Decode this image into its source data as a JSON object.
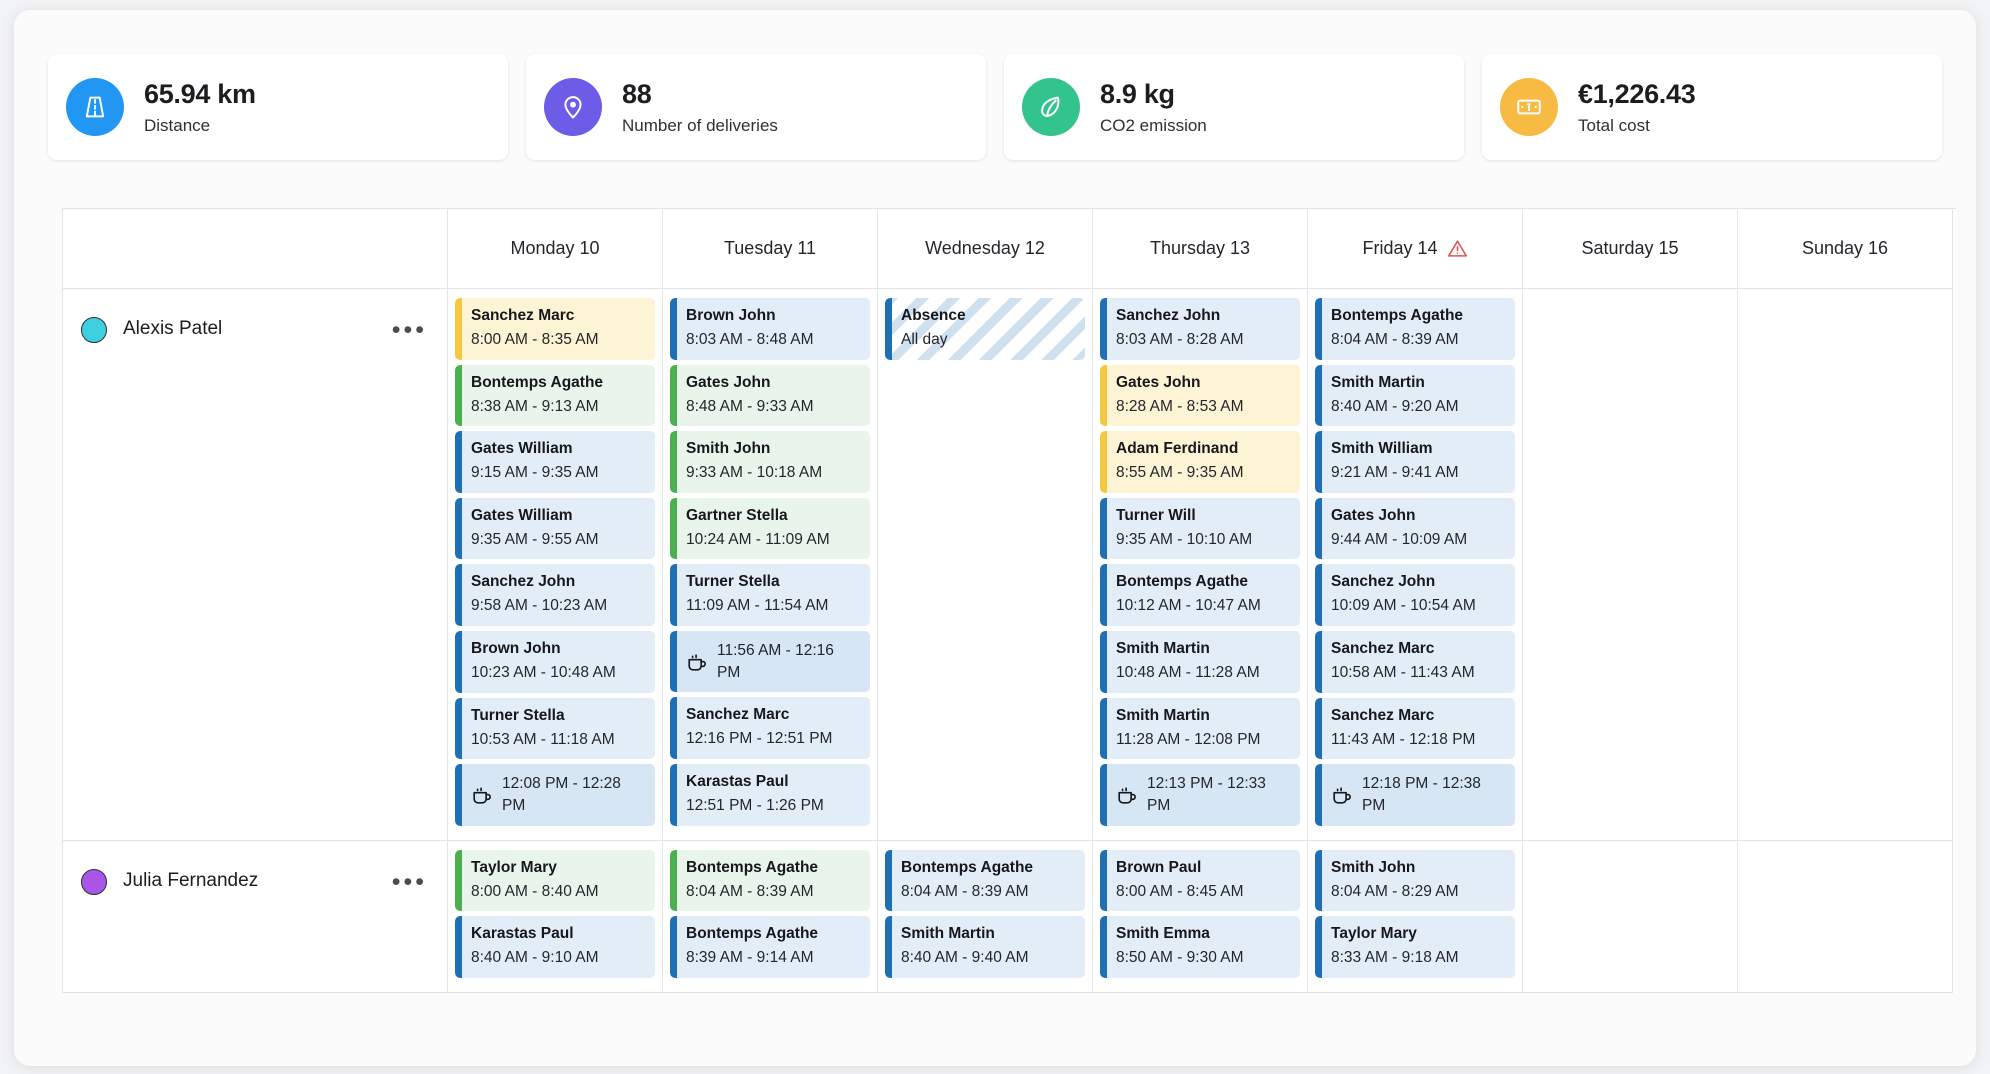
{
  "kpis": [
    {
      "icon": "road-icon",
      "value": "65.94 km",
      "label": "Distance",
      "color": "#2196f3"
    },
    {
      "icon": "pin-icon",
      "value": "88",
      "label": "Number of deliveries",
      "color": "#6c5ce7"
    },
    {
      "icon": "leaf-icon",
      "value": "8.9 kg",
      "label": "CO2 emission",
      "color": "#33c48d"
    },
    {
      "icon": "banknote-icon",
      "value": "€1,226.43",
      "label": "Total cost",
      "color": "#f7bb43"
    }
  ],
  "calendar": {
    "days": [
      {
        "label": "Monday 10",
        "warning": false
      },
      {
        "label": "Tuesday 11",
        "warning": false
      },
      {
        "label": "Wednesday 12",
        "warning": false
      },
      {
        "label": "Thursday 13",
        "warning": false
      },
      {
        "label": "Friday 14",
        "warning": true
      },
      {
        "label": "Saturday 15",
        "warning": false
      },
      {
        "label": "Sunday 16",
        "warning": false
      }
    ],
    "colors": {
      "accent_blue": "#1f6fb5",
      "accent_green": "#4caf50",
      "accent_yellow": "#f5c842",
      "bg_blue": "#e3edf7",
      "bg_green": "#e9f4ea",
      "bg_yellow": "#fdf3d5",
      "warning_red": "#e05252"
    },
    "resources": [
      {
        "name": "Alexis Patel",
        "dot_color": "#3ed0e0",
        "more_label": "•••",
        "columns": [
          [
            {
              "title": "Sanchez Marc",
              "time": "8:00 AM - 8:35 AM",
              "type": "yellow"
            },
            {
              "title": "Bontemps Agathe",
              "time": "8:38 AM - 9:13 AM",
              "type": "green"
            },
            {
              "title": "Gates William",
              "time": "9:15 AM - 9:35 AM",
              "type": "blue"
            },
            {
              "title": "Gates William",
              "time": "9:35 AM - 9:55 AM",
              "type": "blue"
            },
            {
              "title": "Sanchez John",
              "time": "9:58 AM - 10:23 AM",
              "type": "blue"
            },
            {
              "title": "Brown John",
              "time": "10:23 AM - 10:48 AM",
              "type": "blue"
            },
            {
              "title": "Turner Stella",
              "time": "10:53 AM - 11:18 AM",
              "type": "blue"
            },
            {
              "title": "",
              "time": "12:08 PM - 12:28 PM",
              "type": "break"
            }
          ],
          [
            {
              "title": "Brown John",
              "time": "8:03 AM - 8:48 AM",
              "type": "blue"
            },
            {
              "title": "Gates John",
              "time": "8:48 AM - 9:33 AM",
              "type": "green"
            },
            {
              "title": "Smith John",
              "time": "9:33 AM - 10:18 AM",
              "type": "green"
            },
            {
              "title": "Gartner Stella",
              "time": "10:24 AM - 11:09 AM",
              "type": "green"
            },
            {
              "title": "Turner Stella",
              "time": "11:09 AM - 11:54 AM",
              "type": "blue"
            },
            {
              "title": "",
              "time": "11:56 AM - 12:16 PM",
              "type": "break"
            },
            {
              "title": "Sanchez Marc",
              "time": "12:16 PM - 12:51 PM",
              "type": "blue"
            },
            {
              "title": "Karastas Paul",
              "time": "12:51 PM - 1:26 PM",
              "type": "blue"
            }
          ],
          [
            {
              "title": "Absence",
              "time": "All day",
              "type": "absence"
            }
          ],
          [
            {
              "title": "Sanchez John",
              "time": "8:03 AM - 8:28 AM",
              "type": "blue"
            },
            {
              "title": "Gates John",
              "time": "8:28 AM - 8:53 AM",
              "type": "yellow"
            },
            {
              "title": "Adam Ferdinand",
              "time": "8:55 AM - 9:35 AM",
              "type": "yellow"
            },
            {
              "title": "Turner Will",
              "time": "9:35 AM - 10:10 AM",
              "type": "blue"
            },
            {
              "title": "Bontemps Agathe",
              "time": "10:12 AM - 10:47 AM",
              "type": "blue"
            },
            {
              "title": "Smith Martin",
              "time": "10:48 AM - 11:28 AM",
              "type": "blue"
            },
            {
              "title": "Smith Martin",
              "time": "11:28 AM - 12:08 PM",
              "type": "blue"
            },
            {
              "title": "",
              "time": "12:13 PM - 12:33 PM",
              "type": "break"
            }
          ],
          [
            {
              "title": "Bontemps Agathe",
              "time": "8:04 AM - 8:39 AM",
              "type": "blue"
            },
            {
              "title": "Smith Martin",
              "time": "8:40 AM - 9:20 AM",
              "type": "blue"
            },
            {
              "title": "Smith William",
              "time": "9:21 AM - 9:41 AM",
              "type": "blue"
            },
            {
              "title": "Gates John",
              "time": "9:44 AM - 10:09 AM",
              "type": "blue"
            },
            {
              "title": "Sanchez John",
              "time": "10:09 AM - 10:54 AM",
              "type": "blue"
            },
            {
              "title": "Sanchez Marc",
              "time": "10:58 AM - 11:43 AM",
              "type": "blue"
            },
            {
              "title": "Sanchez Marc",
              "time": "11:43 AM - 12:18 PM",
              "type": "blue"
            },
            {
              "title": "",
              "time": "12:18 PM - 12:38 PM",
              "type": "break"
            }
          ],
          [],
          []
        ]
      },
      {
        "name": "Julia Fernandez",
        "dot_color": "#a855e8",
        "more_label": "•••",
        "columns": [
          [
            {
              "title": "Taylor Mary",
              "time": "8:00 AM - 8:40 AM",
              "type": "green"
            },
            {
              "title": "Karastas Paul",
              "time": "8:40 AM - 9:10 AM",
              "type": "blue"
            }
          ],
          [
            {
              "title": "Bontemps Agathe",
              "time": "8:04 AM - 8:39 AM",
              "type": "green"
            },
            {
              "title": "Bontemps Agathe",
              "time": "8:39 AM - 9:14 AM",
              "type": "blue"
            }
          ],
          [
            {
              "title": "Bontemps Agathe",
              "time": "8:04 AM - 8:39 AM",
              "type": "blue"
            },
            {
              "title": "Smith Martin",
              "time": "8:40 AM - 9:40 AM",
              "type": "blue"
            }
          ],
          [
            {
              "title": "Brown Paul",
              "time": "8:00 AM - 8:45 AM",
              "type": "blue"
            },
            {
              "title": "Smith Emma",
              "time": "8:50 AM - 9:30 AM",
              "type": "blue"
            }
          ],
          [
            {
              "title": "Smith John",
              "time": "8:04 AM - 8:29 AM",
              "type": "blue"
            },
            {
              "title": "Taylor Mary",
              "time": "8:33 AM - 9:18 AM",
              "type": "blue"
            }
          ],
          [],
          []
        ]
      }
    ]
  }
}
